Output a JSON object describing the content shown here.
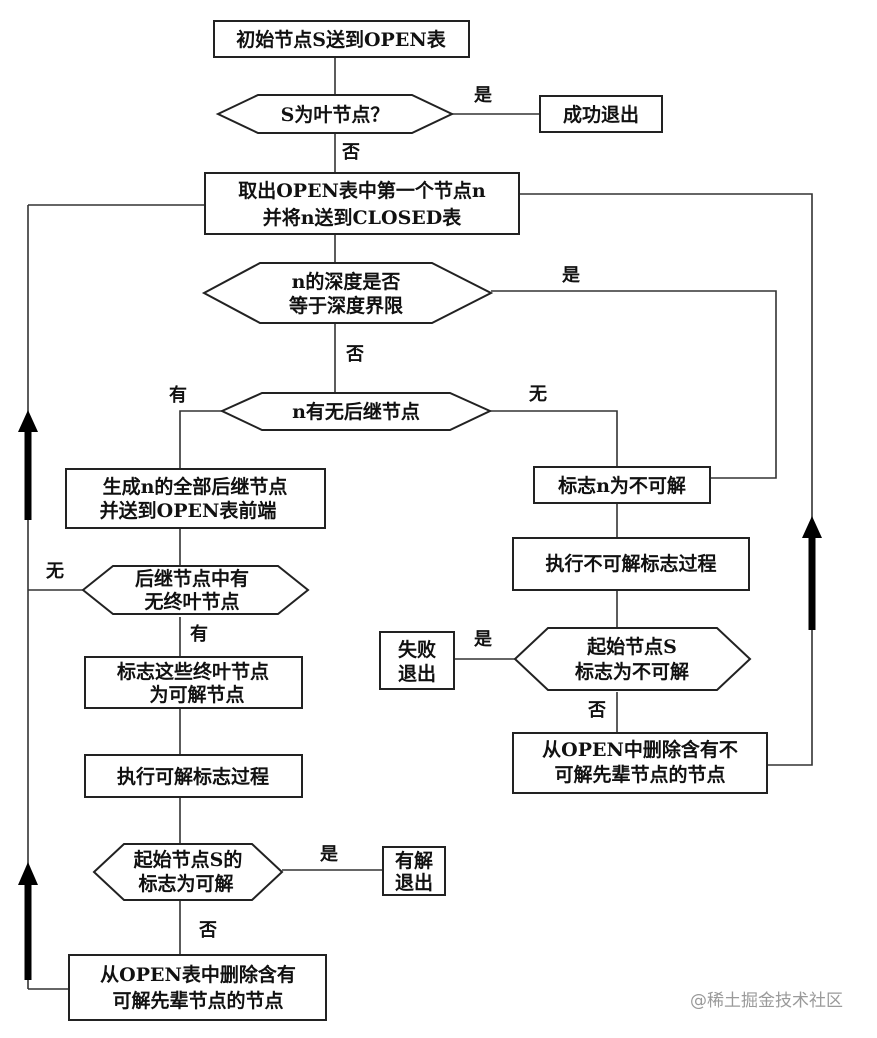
{
  "nodes": {
    "start": "初始节点S送到OPEN表",
    "is_leaf": "S为叶节点？",
    "success_exit": "成功退出",
    "take_first": [
      "取出OPEN表中第一个节点n",
      "并将n送到CLOSED表"
    ],
    "depth_check": [
      "n的深度是否",
      "等于深度界限"
    ],
    "has_succ": "n有无后继节点",
    "gen_succ": [
      "生成n的全部后继节点",
      "并送到OPEN表前端"
    ],
    "mark_unsolvable": "标志n为不可解",
    "nonterminal_check": [
      "后继节点中有",
      "无终叶节点"
    ],
    "run_unsolvable": "执行不可解标志过程",
    "fail_exit": [
      "失败",
      "退出"
    ],
    "start_unsolvable": [
      "起始节点S",
      "标志为不可解"
    ],
    "mark_terminal": [
      "标志这些终叶节点",
      "为可解节点"
    ],
    "delete_unsolvable": [
      "从OPEN中删除含有不",
      "可解先辈节点的节点"
    ],
    "run_solvable": "执行可解标志过程",
    "start_solvable": [
      "起始节点S的",
      "标志为可解"
    ],
    "solved_exit": [
      "有解",
      "退出"
    ],
    "delete_solvable": [
      "从OPEN表中删除含有",
      "可解先辈节点的节点"
    ]
  },
  "edge_labels": {
    "leaf_yes": "是",
    "leaf_no": "否",
    "depth_yes": "是",
    "depth_no": "否",
    "succ_has": "有",
    "succ_none": "无",
    "nonterm_none": "无",
    "nonterm_has": "有",
    "unsolv_yes": "是",
    "unsolv_no": "否",
    "solv_yes": "是",
    "solv_no": "否"
  },
  "watermark": "@稀土掘金技术社区"
}
